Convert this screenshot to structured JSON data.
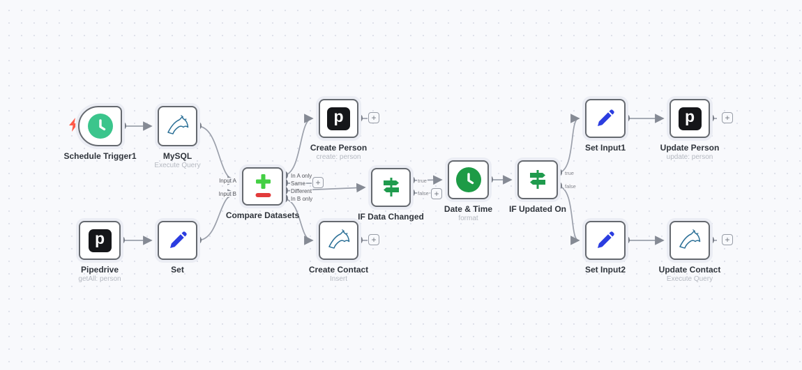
{
  "app": {
    "name": "n8n workflow canvas"
  },
  "ui": {
    "add_label": "+"
  },
  "colors": {
    "canvas_bg": "#f8f9fc",
    "node_border": "#65696f",
    "wire": "#9ba0ab",
    "trigger_clock_green": "#3bc58c",
    "datetime_green": "#1d9b46",
    "if_signpost_green": "#1f9b4d",
    "compare_plus_green": "#44cf44",
    "compare_minus_red": "#e23b3b",
    "pencil_blue": "#2b3de0",
    "mysql_blue": "#2a6f96",
    "pipedrive_black": "#151619",
    "bolt_red": "#ff5948"
  },
  "nodes": [
    {
      "id": "schedule-trigger",
      "label": "Schedule Trigger1",
      "subtitle": "",
      "icon": "clock-icon"
    },
    {
      "id": "mysql",
      "label": "MySQL",
      "subtitle": "Execute Query",
      "icon": "mysql-icon"
    },
    {
      "id": "pipedrive",
      "label": "Pipedrive",
      "subtitle": "getAll: person",
      "icon": "pipedrive-icon"
    },
    {
      "id": "set",
      "label": "Set",
      "subtitle": "",
      "icon": "pencil-icon"
    },
    {
      "id": "compare-datasets",
      "label": "Compare Datasets",
      "subtitle": "",
      "icon": "compare-icon"
    },
    {
      "id": "create-person",
      "label": "Create Person",
      "subtitle": "create: person",
      "icon": "pipedrive-icon"
    },
    {
      "id": "create-contact",
      "label": "Create Contact",
      "subtitle": "Insert",
      "icon": "mysql-icon"
    },
    {
      "id": "if-data-changed",
      "label": "IF Data Changed",
      "subtitle": "",
      "icon": "signpost-icon"
    },
    {
      "id": "date-time",
      "label": "Date & Time",
      "subtitle": "format",
      "icon": "clock-icon"
    },
    {
      "id": "if-updated-on",
      "label": "IF Updated On",
      "subtitle": "",
      "icon": "signpost-icon"
    },
    {
      "id": "set-input1",
      "label": "Set Input1",
      "subtitle": "",
      "icon": "pencil-icon"
    },
    {
      "id": "update-person",
      "label": "Update Person",
      "subtitle": "update: person",
      "icon": "pipedrive-icon"
    },
    {
      "id": "set-input2",
      "label": "Set Input2",
      "subtitle": "",
      "icon": "pencil-icon"
    },
    {
      "id": "update-contact",
      "label": "Update Contact",
      "subtitle": "Execute Query",
      "icon": "mysql-icon"
    }
  ],
  "ports": {
    "input_a": "Input A",
    "input_b": "Input B",
    "in_a_only": "In A only",
    "same": "Same",
    "different": "Different",
    "in_b_only": "In B only",
    "true_label": "true",
    "false_label": "false"
  }
}
